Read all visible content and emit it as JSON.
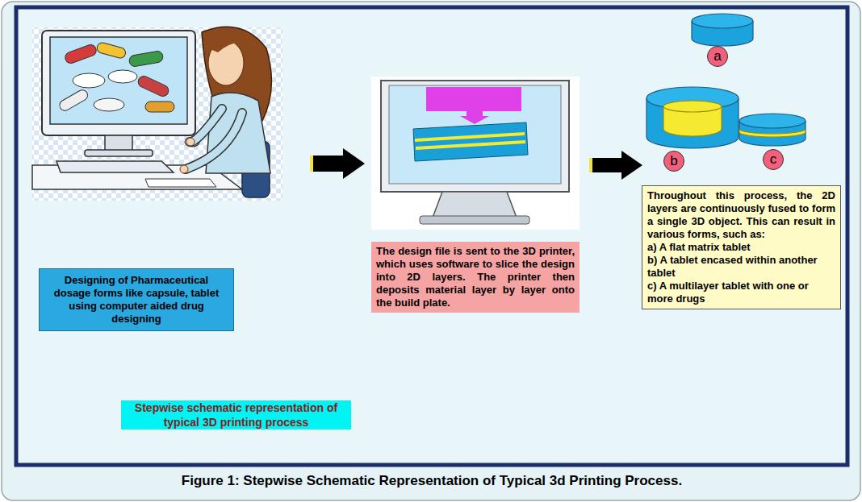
{
  "diagram": {
    "title": "Stepwise schematic representation of typical 3D printing process",
    "caption": "Figure 1: Stepwise Schematic Representation of Typical 3d Printing Process.",
    "nodes": [
      {
        "text": [
          "Designing of Pharmaceutical dosage forms like capsule, tablet using computer aided drug designing"
        ]
      },
      {
        "text": [
          "The design file is sent to the 3D printer, which uses software to slice the design into 2D layers. The printer then deposits material layer by layer onto the build plate."
        ]
      },
      {
        "text": [
          "a"
        ]
      },
      {
        "text": [
          "b"
        ]
      },
      {
        "text": [
          "c"
        ]
      },
      {
        "text": [
          "Throughout this process, the 2D layers are continuously fused to form a single 3D object. This can result in various forms, such as:",
          "a) A flat matrix tablet",
          "b) A tablet encased within another tablet",
          "c) A multilayer tablet with one or more drugs"
        ]
      }
    ]
  }
}
